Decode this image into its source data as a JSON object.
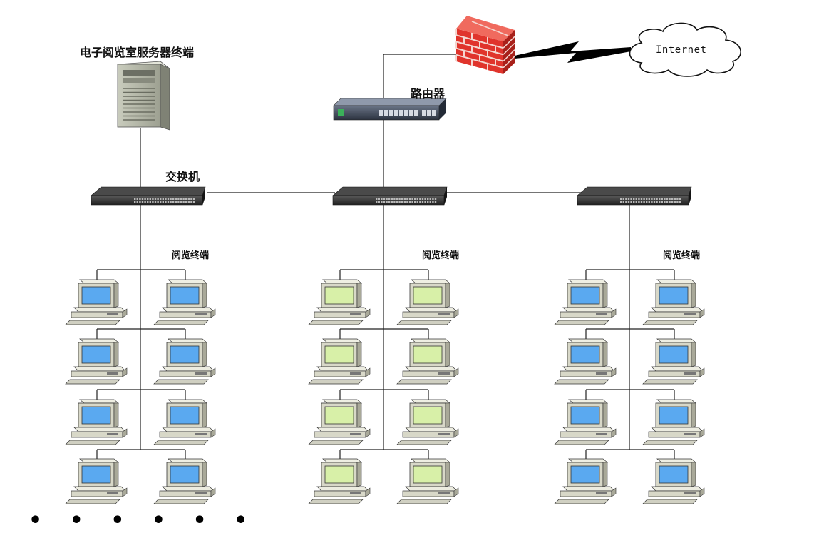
{
  "labels": {
    "server": "电子阅览室服务器终端",
    "router": "路由器",
    "switch": "交换机",
    "internet": "Internet",
    "terminal_groups": [
      "阅览终端",
      "阅览终端",
      "阅览终端"
    ],
    "continuation": "• • • • • •"
  },
  "terminal_groups": [
    {
      "screen_color": "#5aa9f0",
      "count": 8
    },
    {
      "screen_color": "#d8f0a8",
      "count": 8
    },
    {
      "screen_color": "#5aa9f0",
      "count": 8
    }
  ],
  "colors": {
    "firewall_brick": "#e0342c",
    "mortar": "#f4d6d0",
    "switch_body": "#2f2f2f",
    "pc_body": "#d8d8c8",
    "line": "#222222"
  }
}
